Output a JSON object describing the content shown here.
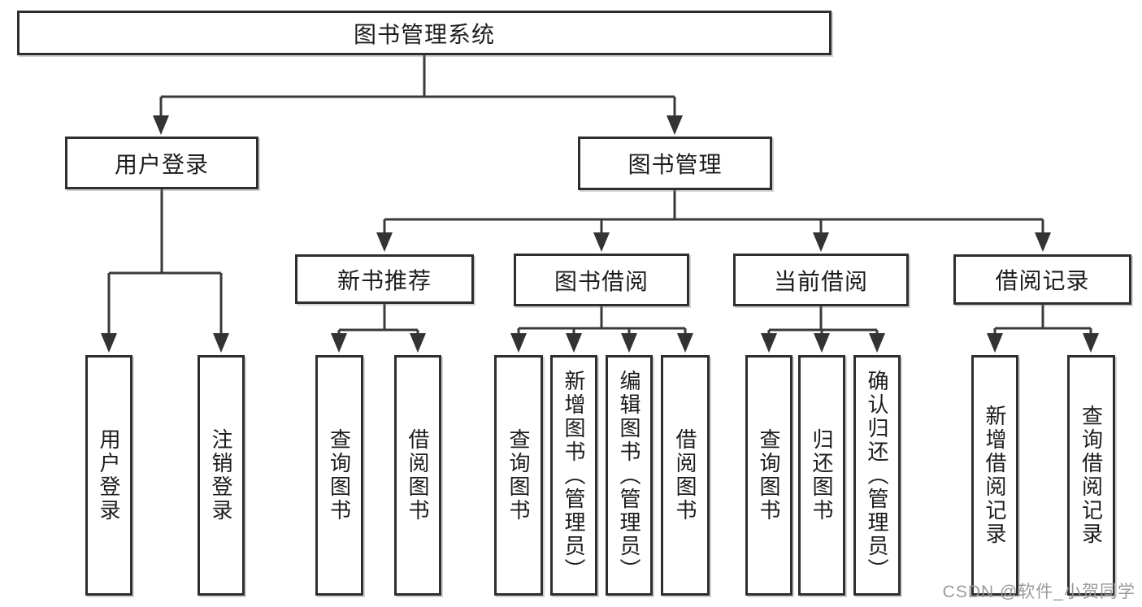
{
  "diagram": {
    "type": "hierarchy-tree",
    "orientation": "top-down"
  },
  "tree": {
    "root": {
      "label": "图书管理系统",
      "children": [
        {
          "label": "用户登录",
          "children": [
            {
              "label": "用户登录"
            },
            {
              "label": "注销登录"
            }
          ]
        },
        {
          "label": "图书管理",
          "children": [
            {
              "label": "新书推荐",
              "children": [
                {
                  "label": "查询图书"
                },
                {
                  "label": "借阅图书"
                }
              ]
            },
            {
              "label": "图书借阅",
              "children": [
                {
                  "label": "查询图书"
                },
                {
                  "label": "新增图书（管理员）"
                },
                {
                  "label": "编辑图书（管理员）"
                },
                {
                  "label": "借阅图书"
                }
              ]
            },
            {
              "label": "当前借阅",
              "children": [
                {
                  "label": "查询图书"
                },
                {
                  "label": "归还图书"
                },
                {
                  "label": "确认归还（管理员）"
                }
              ]
            },
            {
              "label": "借阅记录",
              "children": [
                {
                  "label": "新增借阅记录"
                },
                {
                  "label": "查询借阅记录"
                }
              ]
            }
          ]
        }
      ]
    }
  },
  "watermark": {
    "text": "CSDN @软件_小贺同学"
  },
  "colors": {
    "line": "#3a3a3a",
    "box_border": "#2e2e2e",
    "box_fill": "#ffffff",
    "text": "#1c1c1c",
    "watermark": "#969696"
  }
}
